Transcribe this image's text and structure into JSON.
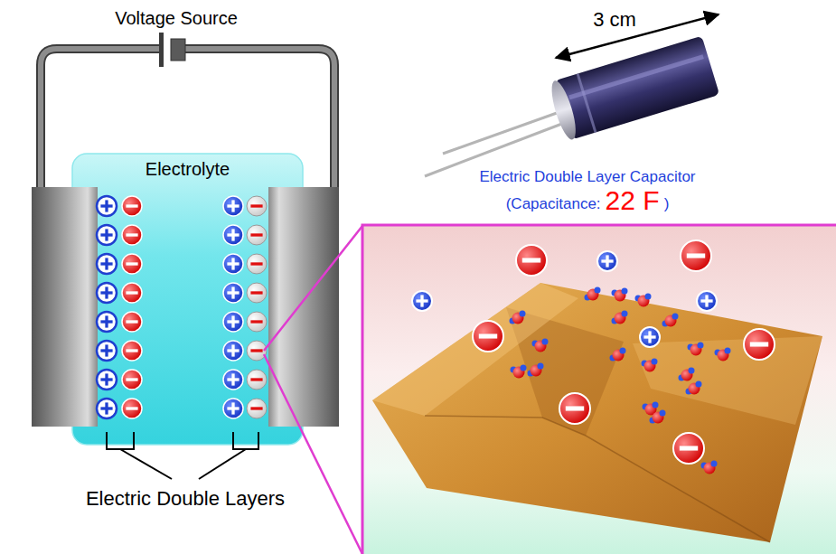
{
  "diagram": {
    "nodes": [
      {
        "text": [
          "Electrolyte"
        ]
      }
    ],
    "labels": [
      "Voltage Source",
      "3 cm",
      "Electric Double Layer Capacitor",
      "(Capacitance:",
      "22 F",
      ")",
      "Electric Double Layers"
    ]
  }
}
